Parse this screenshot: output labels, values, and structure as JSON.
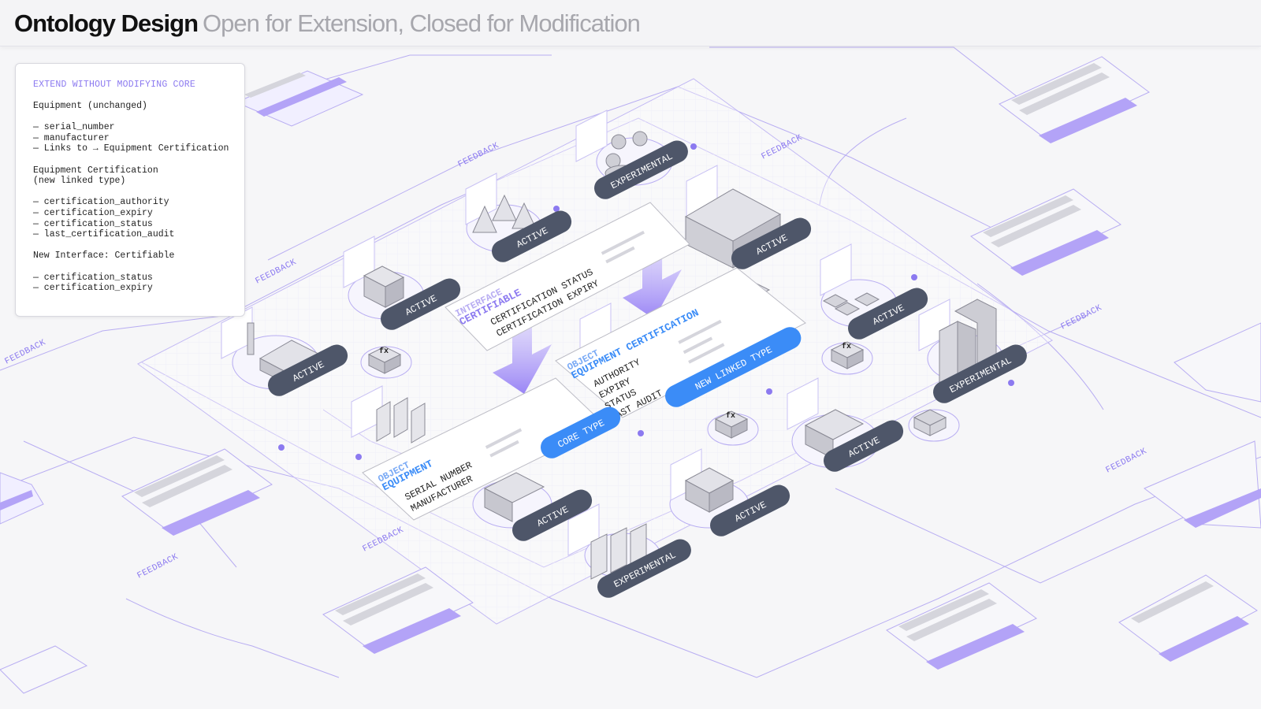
{
  "header": {
    "title": "Ontology Design",
    "subtitle": "Open for Extension, Closed for Modification"
  },
  "legend": {
    "title": "EXTEND WITHOUT MODIFYING CORE",
    "blocks": [
      [
        "Equipment (unchanged)"
      ],
      [
        "— serial_number",
        "— manufacturer",
        "— Links to → Equipment Certification"
      ],
      [
        "Equipment Certification",
        "(new linked type)"
      ],
      [
        "— certification_authority",
        "— certification_expiry",
        "— certification_status",
        "— last_certification_audit"
      ],
      [
        "New Interface: Certifiable"
      ],
      [
        "— certification_status",
        "— certification_expiry"
      ]
    ]
  },
  "cards": {
    "interface": {
      "kicker": "INTERFACE",
      "name": "CERTIFIABLE",
      "props": [
        "CERTIFICATION STATUS",
        "CERTIFICATION EXPIRY"
      ]
    },
    "certification": {
      "kicker": "OBJECT",
      "name": "EQUIPMENT CERTIFICATION",
      "props": [
        "AUTHORITY",
        "EXPIRY",
        "STATUS",
        "LAST AUDIT"
      ],
      "tag": "NEW LINKED TYPE"
    },
    "equipment": {
      "kicker": "OBJECT",
      "name": "EQUIPMENT",
      "props": [
        "SERIAL NUMBER",
        "MANUFACTURER"
      ],
      "tag": "CORE TYPE"
    }
  },
  "function_icon": "fx",
  "pills": [
    {
      "label": "EXPERIMENTAL",
      "icon": "people-icon"
    },
    {
      "label": "ACTIVE",
      "icon": "warning-signs-icon"
    },
    {
      "label": "ACTIVE",
      "icon": "warehouse-icon"
    },
    {
      "label": "ACTIVE",
      "icon": "box-icon"
    },
    {
      "label": "ACTIVE",
      "icon": "factory-icon"
    },
    {
      "label": "ACTIVE",
      "icon": "pipeline-icon"
    },
    {
      "label": "EXPERIMENTAL",
      "icon": "skyscraper-icon"
    },
    {
      "label": "ACTIVE",
      "icon": "truck-icon"
    },
    {
      "label": "ACTIVE",
      "icon": "truck-icon"
    },
    {
      "label": "ACTIVE",
      "icon": "parcels-icon"
    },
    {
      "label": "EXPERIMENTAL",
      "icon": "clipboards-icon"
    }
  ],
  "feedback_label": "FEEDBACK",
  "colors": {
    "accent_purple": "#8c7af0",
    "accent_blue": "#3b8cf7",
    "pill_dark": "#4e5669",
    "grid_line": "#c9c2f4"
  }
}
